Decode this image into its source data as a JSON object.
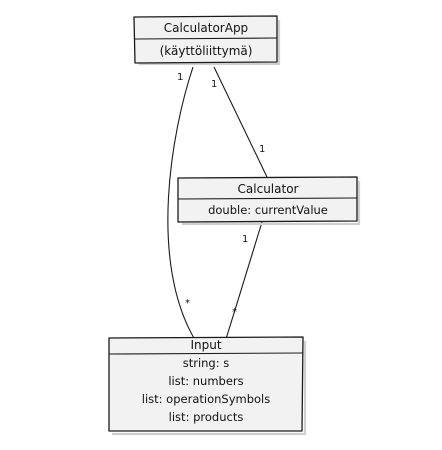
{
  "classes": {
    "app": {
      "name": "CalculatorApp",
      "stereotype": "(käyttöliittymä)"
    },
    "calculator": {
      "name": "Calculator",
      "attributes": [
        "double: currentValue"
      ]
    },
    "input": {
      "name": "Input",
      "attributes": [
        "string: s",
        "list: numbers",
        "list: operationSymbols",
        "list: products"
      ]
    }
  },
  "associations": [
    {
      "from": "CalculatorApp",
      "to": "Calculator",
      "from_multiplicity": "1",
      "to_multiplicity": "1"
    },
    {
      "from": "CalculatorApp",
      "to": "Input",
      "from_multiplicity": "1",
      "to_multiplicity": "*"
    },
    {
      "from": "Calculator",
      "to": "Input",
      "from_multiplicity": "1",
      "to_multiplicity": "*"
    }
  ]
}
